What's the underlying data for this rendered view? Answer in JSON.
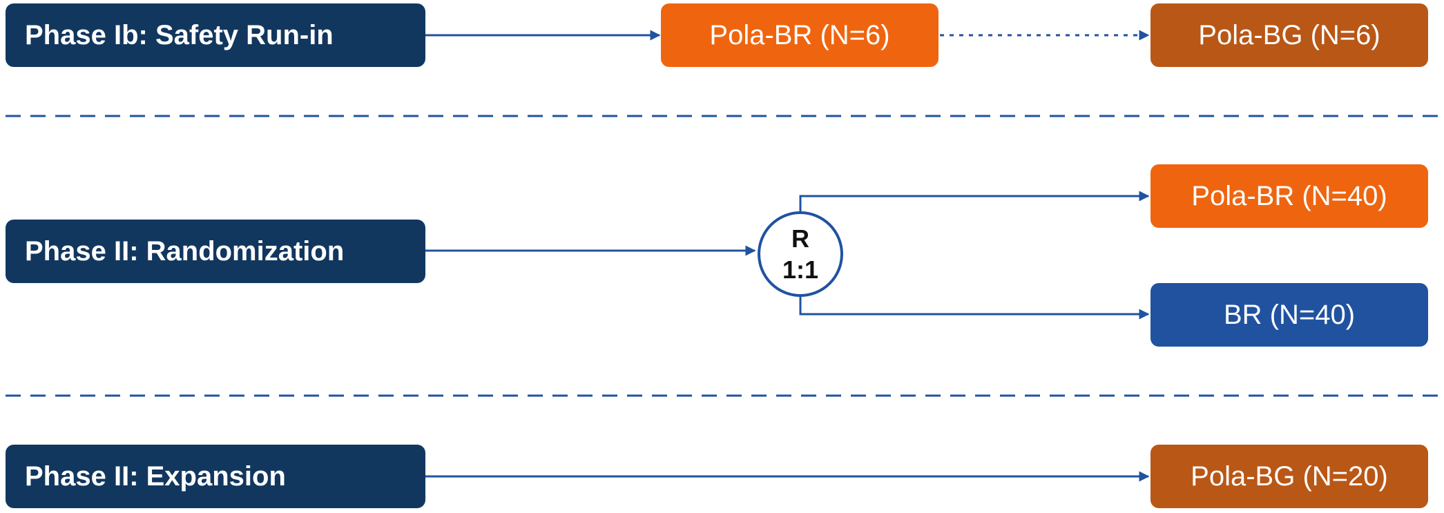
{
  "phases": {
    "safety_runin": {
      "label": "Phase Ib: Safety Run-in",
      "arm_first": "Pola-BR (N=6)",
      "arm_second": "Pola-BG (N=6)"
    },
    "randomization": {
      "label": "Phase II: Randomization",
      "randomizer_letter": "R",
      "randomizer_ratio": "1:1",
      "arm_upper": "Pola-BR (N=40)",
      "arm_lower": "BR (N=40)"
    },
    "expansion": {
      "label": "Phase II: Expansion",
      "arm": "Pola-BG (N=20)"
    }
  },
  "colors": {
    "phase_box": "#12375f",
    "pola_br": "#ef650f",
    "pola_bg": "#b95716",
    "br": "#2052a0",
    "connector": "#2052a0",
    "divider": "#2052a0"
  }
}
